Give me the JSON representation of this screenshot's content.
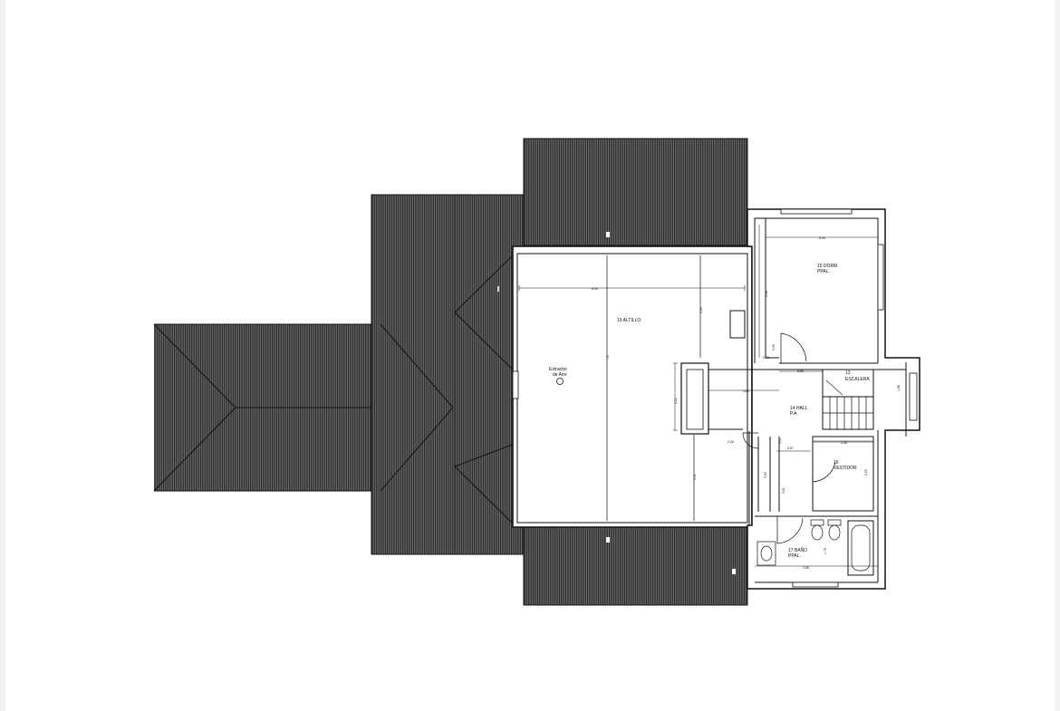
{
  "rooms": {
    "altillo": "19 ALTILLO",
    "dorm_line1": "15 DORM.",
    "dorm_line2": "PPAL.",
    "escalera_line1": "13",
    "escalera_line2": "ESCALERA",
    "hall_line1": "14 HALL",
    "hall_line2": "P.A.",
    "vestidor_line1": "16",
    "vestidor_line2": "VESTIDOR",
    "bano_line1": "17 BAÑO",
    "bano_line2": "PPAL.",
    "extractor_line1": "Extractor",
    "extractor_line2": "de Aire"
  },
  "dimensions": {
    "altillo_width": "8,65",
    "altillo_depth": "7,97",
    "altillo_right_top": "5,69",
    "altillo_right_bottom": "3,91",
    "dorm_width": "5,05",
    "dorm_depth": "4,38",
    "hall_width": "3,63",
    "hall_top": "5,89",
    "escalera_side": "1,86",
    "vestidor_width": "2,46",
    "vestidor_depth": "2,29",
    "bano_width": "2,56",
    "bano_depth": "1,78",
    "pasillo_a": "0,93",
    "pasillo_b": "3,01",
    "pasillo_c": "4,47",
    "pasillo_d": "2,26",
    "pasillo_e": "0,93",
    "nicho": "0,87",
    "side_left": "3,12",
    "side_bath": "3,59"
  },
  "colors": {
    "roof_fill": "#555555",
    "roof_lines": "#2a2a2a",
    "wall": "#111111",
    "background": "#ffffff"
  }
}
